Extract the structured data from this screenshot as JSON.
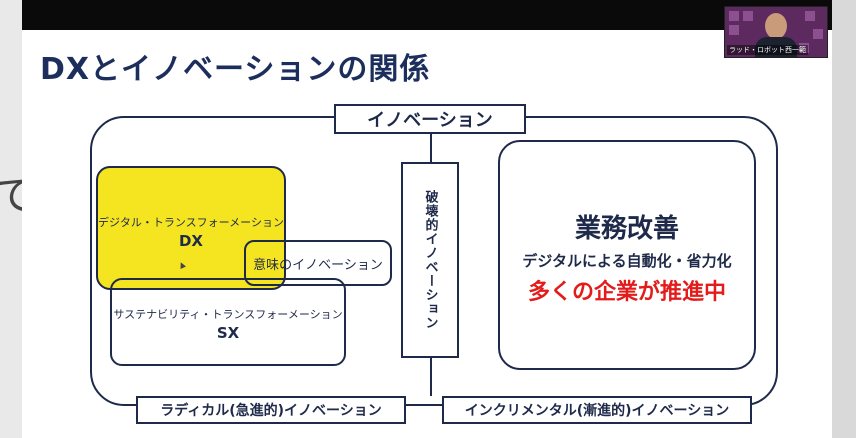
{
  "behind_char": "て",
  "slide": {
    "title": "DXとイノベーションの関係",
    "innovation_label": "イノベーション",
    "disruptive_label": "破壊的イノベーション",
    "dx": {
      "subtitle": "デジタル・トランスフォーメーション",
      "label": "DX",
      "color": "#f4e520"
    },
    "meaning_label": "意味のイノベーション",
    "sx": {
      "subtitle": "サステナビリティ・トランスフォーメーション",
      "label": "SX"
    },
    "business": {
      "title": "業務改善",
      "subtitle": "デジタルによる自動化・省力化",
      "highlight": "多くの企業が推進中",
      "highlight_color": "#e41b1b"
    },
    "radical_label": "ラディカル(急進的)イノベーション",
    "incremental_label": "インクリメンタル(漸進的)イノベーション"
  },
  "webcam": {
    "name": "ラッド・ロボット西一範"
  }
}
